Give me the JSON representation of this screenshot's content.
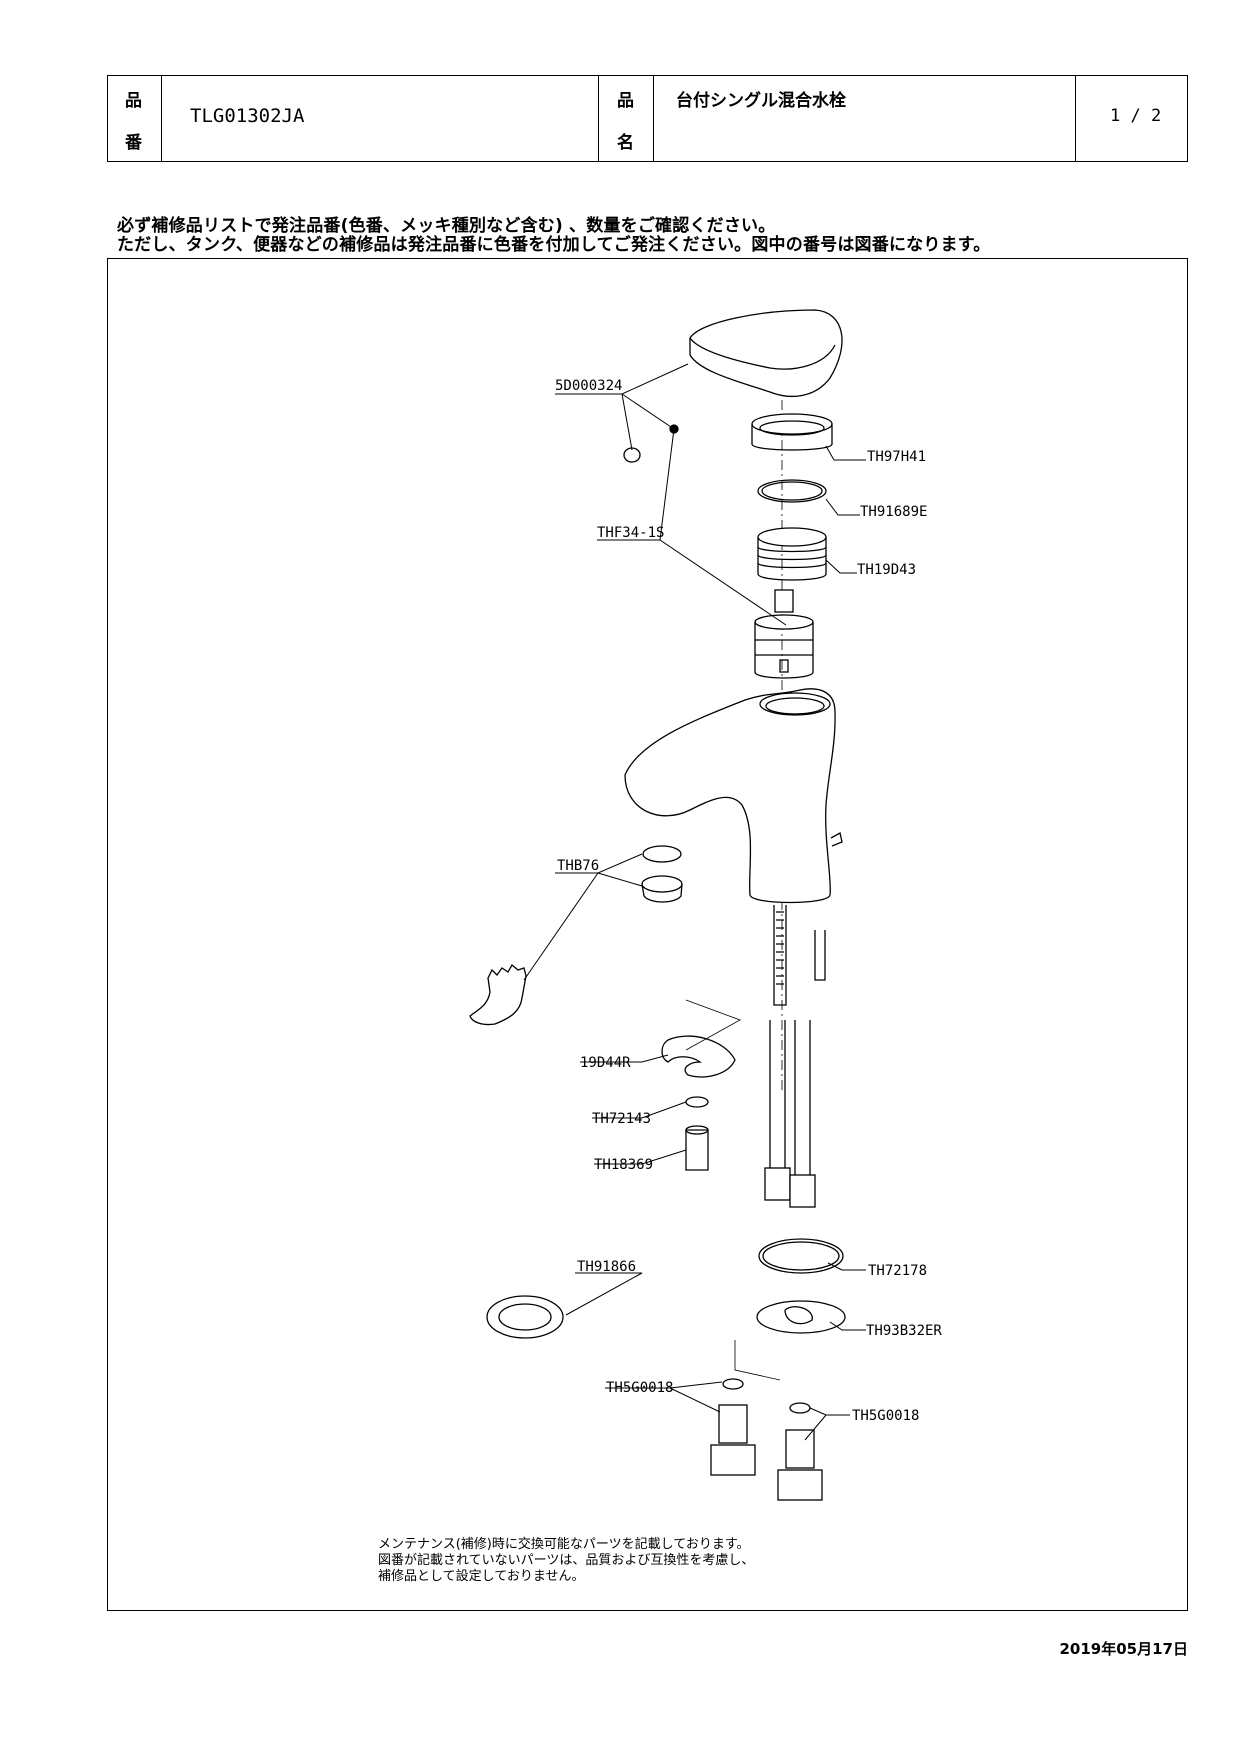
{
  "header": {
    "part_no_label_1": "品",
    "part_no_label_2": "番",
    "part_no": "TLG01302JA",
    "name_label_1": "品",
    "name_label_2": "名",
    "product_name": "台付シングル混合水栓",
    "page": "1 / 2"
  },
  "notes": {
    "line1": "必ず補修品リストで発注品番(色番、メッキ種別など含む) 、数量をご確認ください。",
    "line2": "ただし、タンク、便器などの補修品は発注品番に色番を付加してご発注ください。図中の番号は図番になります。"
  },
  "parts": [
    {
      "id": "p1",
      "label": "5D000324"
    },
    {
      "id": "p2",
      "label": "TH97H41"
    },
    {
      "id": "p3",
      "label": "TH91689E"
    },
    {
      "id": "p4",
      "label": "THF34-1S"
    },
    {
      "id": "p5",
      "label": "TH19D43"
    },
    {
      "id": "p6",
      "label": "THB76"
    },
    {
      "id": "p7",
      "label": "19D44R"
    },
    {
      "id": "p8",
      "label": "TH72143"
    },
    {
      "id": "p9",
      "label": "TH18369"
    },
    {
      "id": "p10",
      "label": "TH91866"
    },
    {
      "id": "p11",
      "label": "TH72178"
    },
    {
      "id": "p12",
      "label": "TH93B32ER"
    },
    {
      "id": "p13",
      "label": "TH5G0018"
    },
    {
      "id": "p14",
      "label": "TH5G0018"
    }
  ],
  "footer_note": {
    "line1": "メンテナンス(補修)時に交換可能なパーツを記載しております。",
    "line2": "図番が記載されていないパーツは、品質および互換性を考慮し、",
    "line3": "補修品として設定しておりません。"
  },
  "date": "2019年05月17日"
}
